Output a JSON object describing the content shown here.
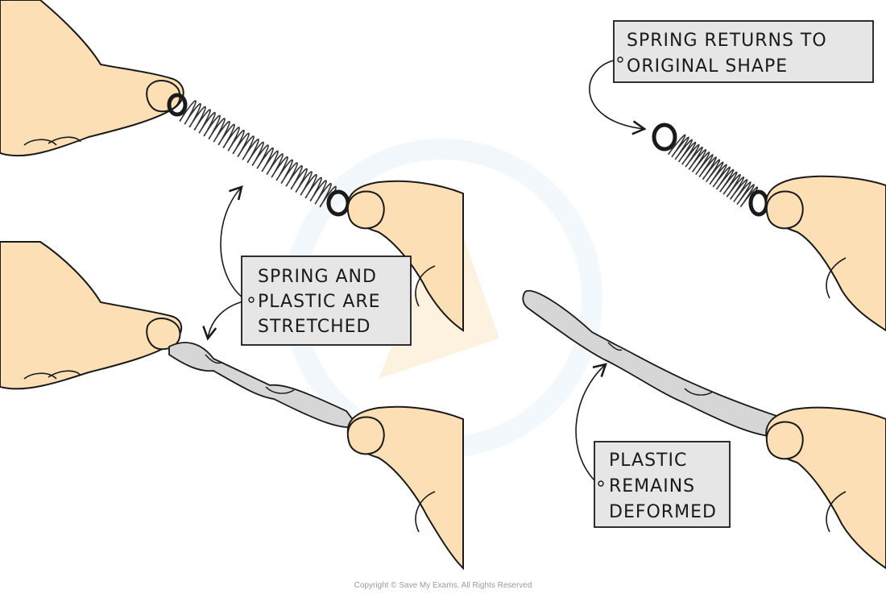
{
  "labels": {
    "stretched": [
      "SPRING AND",
      "PLASTIC ARE",
      "STRETCHED"
    ],
    "returns": [
      "SPRING RETURNS TO",
      "ORIGINAL SHAPE"
    ],
    "deformed": [
      "PLASTIC",
      "REMAINS",
      "DEFORMED"
    ]
  },
  "copyright": "Copyright © Save My Exams. All Rights Reserved",
  "colors": {
    "skin": "#FCDFB4",
    "label_fill": "#E6E6E6",
    "outline": "#1a1a1a",
    "plastic": "#D6D6D6",
    "watermark": "#FDE6C8"
  }
}
